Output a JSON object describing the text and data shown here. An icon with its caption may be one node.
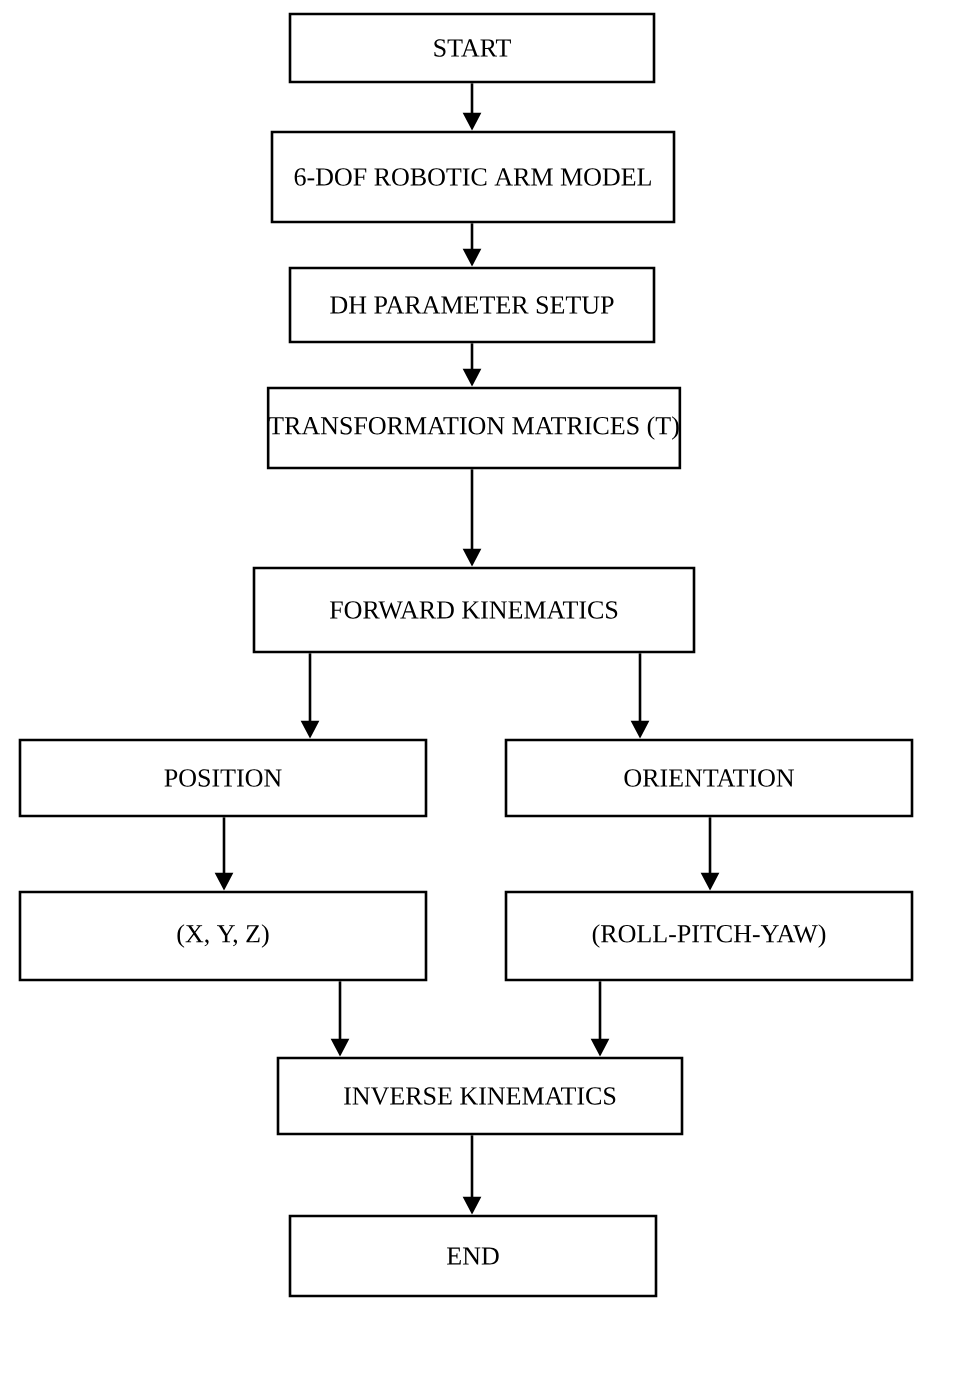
{
  "diagram": {
    "nodes": [
      {
        "text": [
          "START"
        ]
      },
      {
        "text": [
          "6-DOF ROBOTIC ARM MODEL"
        ]
      },
      {
        "text": [
          "DH PARAMETER SETUP"
        ]
      },
      {
        "text": [
          "TRANSFORMATION MATRICES (T)"
        ]
      },
      {
        "text": [
          "FORWARD KINEMATICS"
        ]
      },
      {
        "text": [
          "POSITION"
        ]
      },
      {
        "text": [
          "ORIENTATION"
        ]
      },
      {
        "text": [
          "(X, Y, Z)"
        ]
      },
      {
        "text": [
          "(ROLL-PITCH-YAW)"
        ]
      },
      {
        "text": [
          "INVERSE KINEMATICS"
        ]
      },
      {
        "text": [
          "END"
        ]
      }
    ],
    "edges": [
      {
        "from": 0,
        "to": 1,
        "arrow": "to"
      },
      {
        "from": 1,
        "to": 2,
        "arrow": "to"
      },
      {
        "from": 2,
        "to": 3,
        "arrow": "to"
      },
      {
        "from": 3,
        "to": 4,
        "arrow": "to"
      },
      {
        "from": 4,
        "to": 5,
        "arrow": "to"
      },
      {
        "from": 4,
        "to": 6,
        "arrow": "to"
      },
      {
        "from": 5,
        "to": 7,
        "arrow": "to"
      },
      {
        "from": 6,
        "to": 8,
        "arrow": "to"
      },
      {
        "from": 7,
        "to": 9,
        "arrow": "to"
      },
      {
        "from": 8,
        "to": 9,
        "arrow": "to"
      },
      {
        "from": 9,
        "to": 10,
        "arrow": "to"
      }
    ]
  }
}
